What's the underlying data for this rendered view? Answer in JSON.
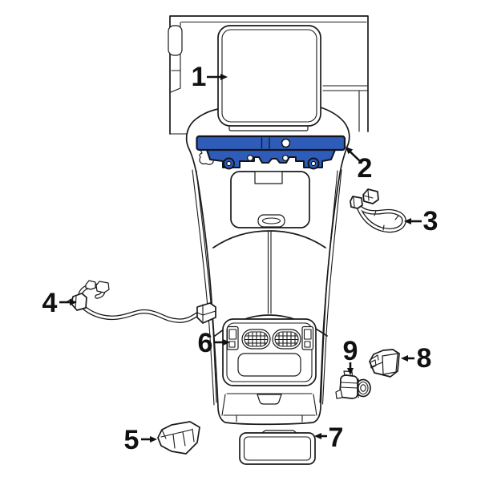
{
  "diagram": {
    "background_color": "#ffffff",
    "line_color": "#1a1a1a",
    "highlight_color": "#2e5cb8",
    "callouts": [
      {
        "label": "1"
      },
      {
        "label": "2"
      },
      {
        "label": "3"
      },
      {
        "label": "4"
      },
      {
        "label": "5"
      },
      {
        "label": "6"
      },
      {
        "label": "7"
      },
      {
        "label": "8"
      },
      {
        "label": "9"
      }
    ]
  }
}
